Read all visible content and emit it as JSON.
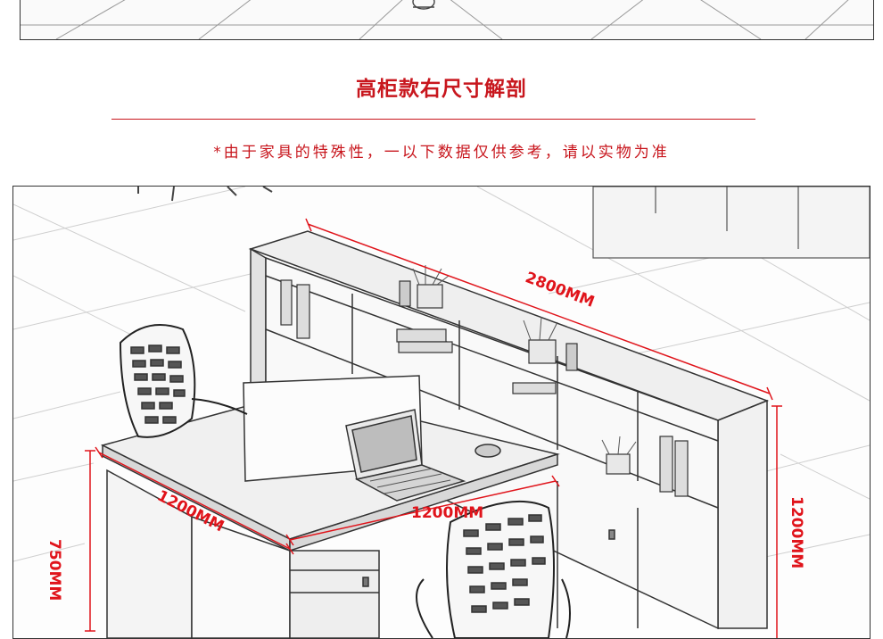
{
  "section": {
    "title": "高柜款右尺寸解剖",
    "note": "*由于家具的特殊性，一以下数据仅供参考，请以实物为准"
  },
  "dimensions": {
    "length_top": "2800MM",
    "width_left": "1200MM",
    "width_front": "1200MM",
    "height_desk": "750MM",
    "height_cabinet": "1200MM"
  },
  "colors": {
    "accent": "#c8161d",
    "dimension_line": "#e0141b"
  }
}
